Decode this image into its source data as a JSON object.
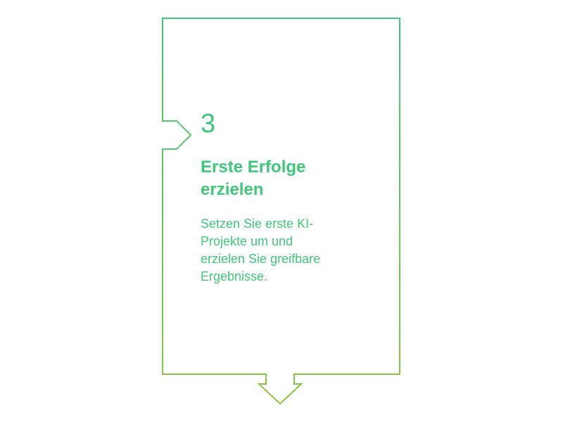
{
  "step": {
    "number": "3",
    "title": "Erste Erfolge\nerzielen",
    "description": "Setzen Sie erste KI-\nProjekte um und\nerzielen Sie greifbare\nErgebnisse."
  },
  "colors": {
    "text": "#3ec87a",
    "outline_top": "#3ec87a",
    "outline_bottom": "#8cc63f"
  },
  "icons": {
    "input_arrow": "arrow-right-icon",
    "output_arrow": "arrow-down-icon"
  }
}
